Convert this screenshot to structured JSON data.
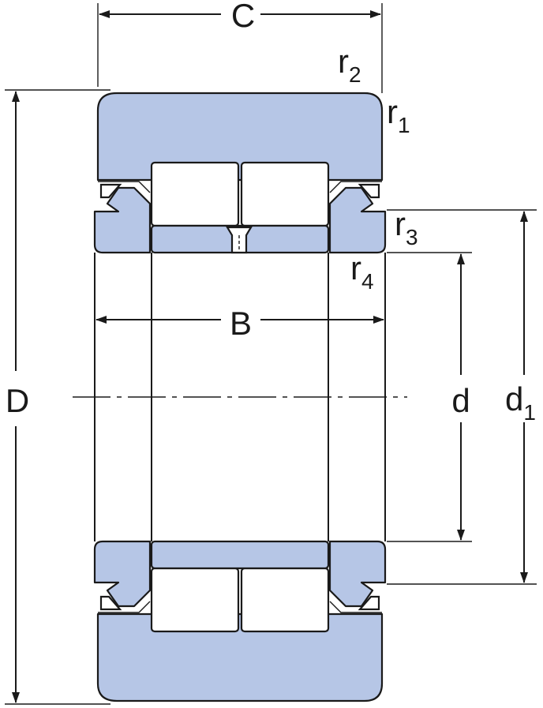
{
  "labels": {
    "C": "C",
    "B": "B",
    "D": "D",
    "d": "d",
    "d1": {
      "base": "d",
      "sub": "1"
    },
    "r1": {
      "base": "r",
      "sub": "1"
    },
    "r2": {
      "base": "r",
      "sub": "2"
    },
    "r3": {
      "base": "r",
      "sub": "3"
    },
    "r4": {
      "base": "r",
      "sub": "4"
    }
  },
  "colors": {
    "steel": "#b6c6e6",
    "line": "#1a1a1a",
    "background": "#ffffff"
  }
}
